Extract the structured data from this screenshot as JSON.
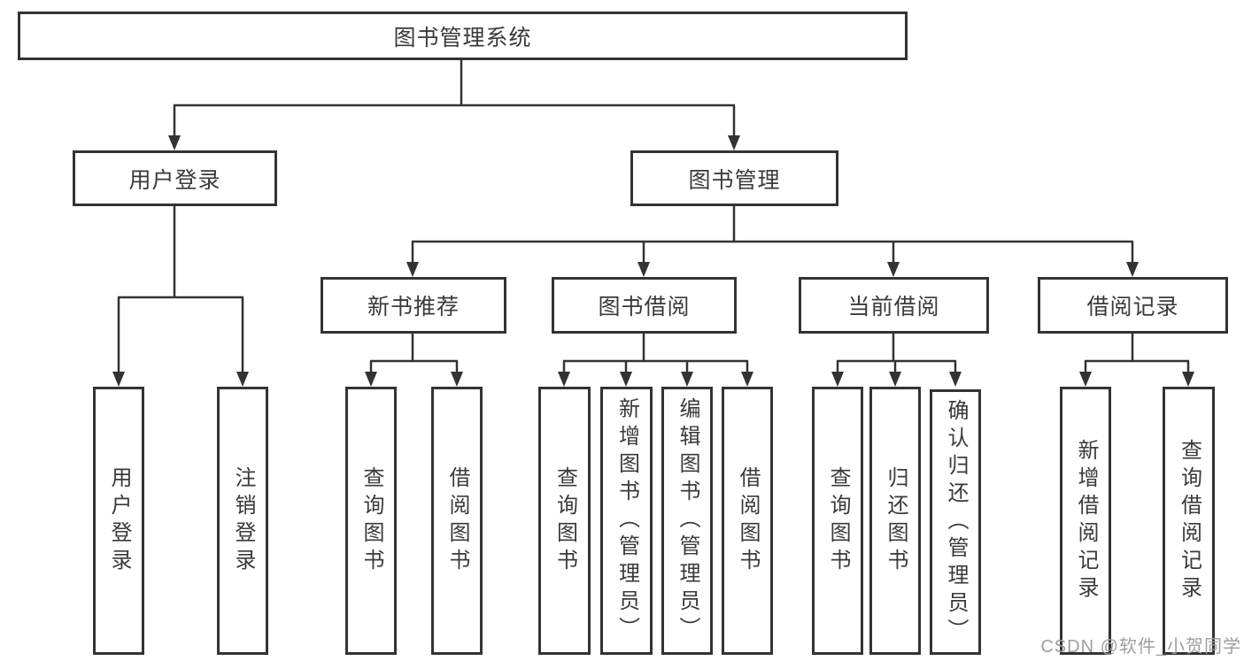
{
  "diagram": {
    "root": "图书管理系统",
    "level2": [
      "用户登录",
      "图书管理"
    ],
    "level3": [
      "新书推荐",
      "图书借阅",
      "当前借阅",
      "借阅记录"
    ],
    "leaves": [
      "用户登录",
      "注销登录",
      "查询图书",
      "借阅图书",
      "查询图书",
      "新增图书（管理员）",
      "编辑图书（管理员）",
      "借阅图书",
      "查询图书",
      "归还图书",
      "确认归还（管理员）",
      "新增借阅记录",
      "查询借阅记录"
    ]
  },
  "watermark": "CSDN @软件_小贺同学",
  "colors": {
    "line": "#333333",
    "box_border": "#333333",
    "text": "#3a3a3a",
    "watermark": "#9e9e9e",
    "background": "#ffffff"
  }
}
